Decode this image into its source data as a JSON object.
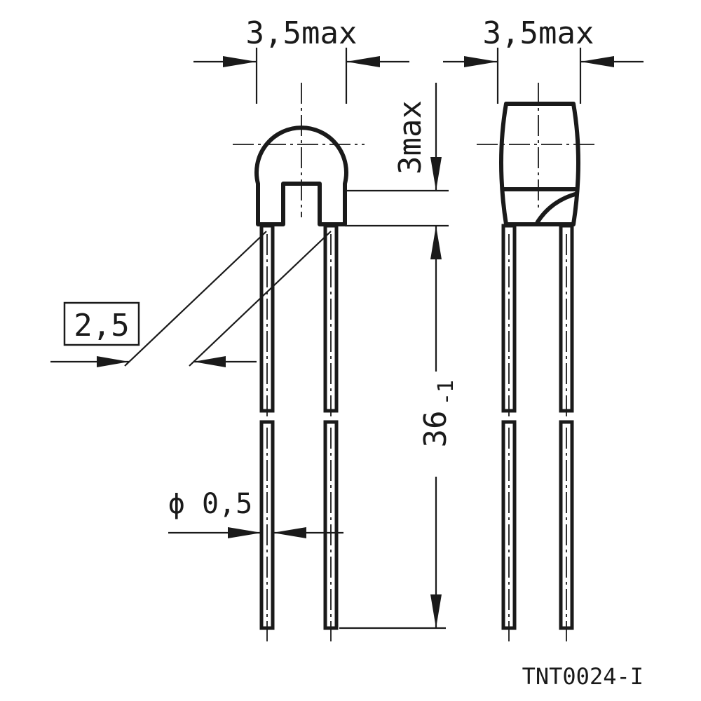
{
  "dimensions": {
    "width_left": "3,5max",
    "width_right": "3,5max",
    "height_body": "3max",
    "lead_spacing": "2,5",
    "lead_diameter": "ϕ 0,5",
    "lead_length": "36",
    "lead_length_tolerance": "-1"
  },
  "drawing_id": "TNT0024-I"
}
